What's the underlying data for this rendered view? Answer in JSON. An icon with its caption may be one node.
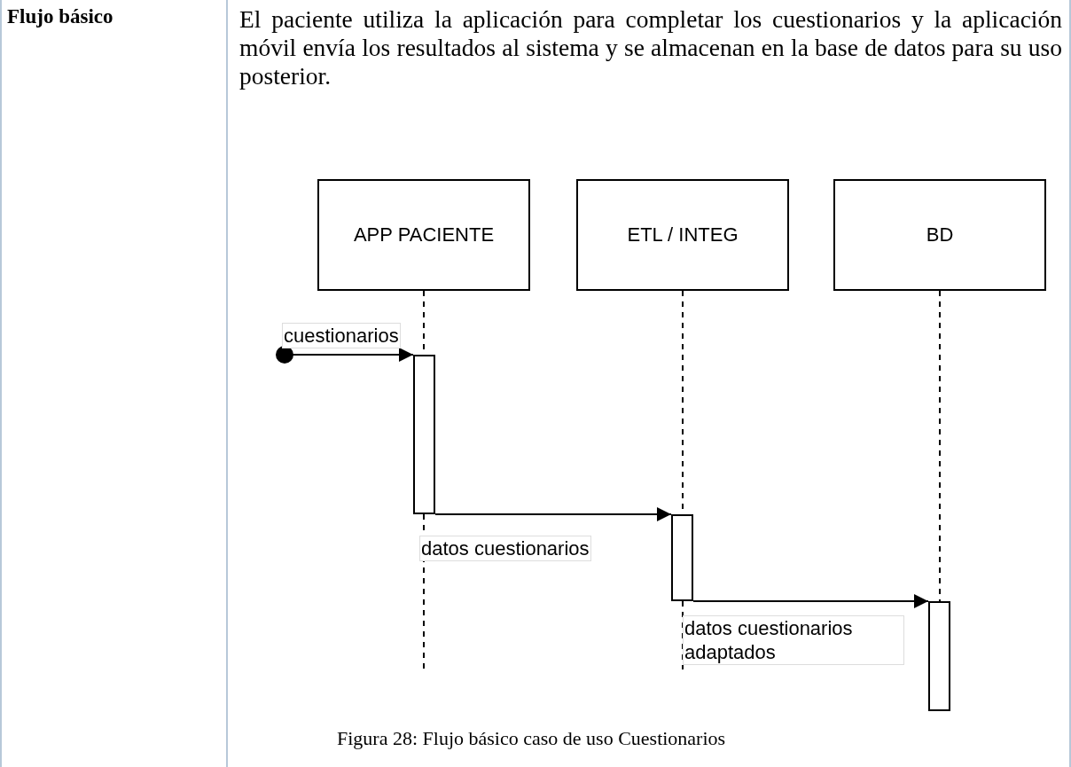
{
  "diagram": {
    "caption": "Figura 28: Flujo básico caso de uso Cuestionarios",
    "nodes": [
      {
        "text": [
          "APP PACIENTE"
        ]
      },
      {
        "text": [
          "ETL / INTEG"
        ]
      },
      {
        "text": [
          "BD"
        ]
      },
      {
        "text": [],
        "shape": "circle"
      },
      {
        "text": [],
        "shape": "bar"
      },
      {
        "text": [],
        "shape": "bar"
      },
      {
        "text": [],
        "shape": "bar"
      }
    ],
    "edges": [
      {
        "from": 3,
        "to": 4,
        "arrow": "to",
        "label": "cuestionarios"
      },
      {
        "from": 4,
        "to": 5,
        "arrow": "to",
        "label": "datos cuestionarios"
      },
      {
        "from": 5,
        "to": 6,
        "arrow": "to",
        "label": "datos cuestionarios adaptados"
      },
      {
        "from": 0,
        "to": 4,
        "arrow": "none",
        "style": "dashed"
      },
      {
        "from": 1,
        "to": 5,
        "arrow": "none",
        "style": "dashed"
      },
      {
        "from": 2,
        "to": 6,
        "arrow": "none",
        "style": "dashed"
      }
    ],
    "labels": [
      "Flujo básico",
      "El paciente utiliza la aplicación para completar los cuestionarios y la aplicación móvil envía los resultados al sistema y se almacenan en la base de datos para su uso posterior."
    ]
  }
}
